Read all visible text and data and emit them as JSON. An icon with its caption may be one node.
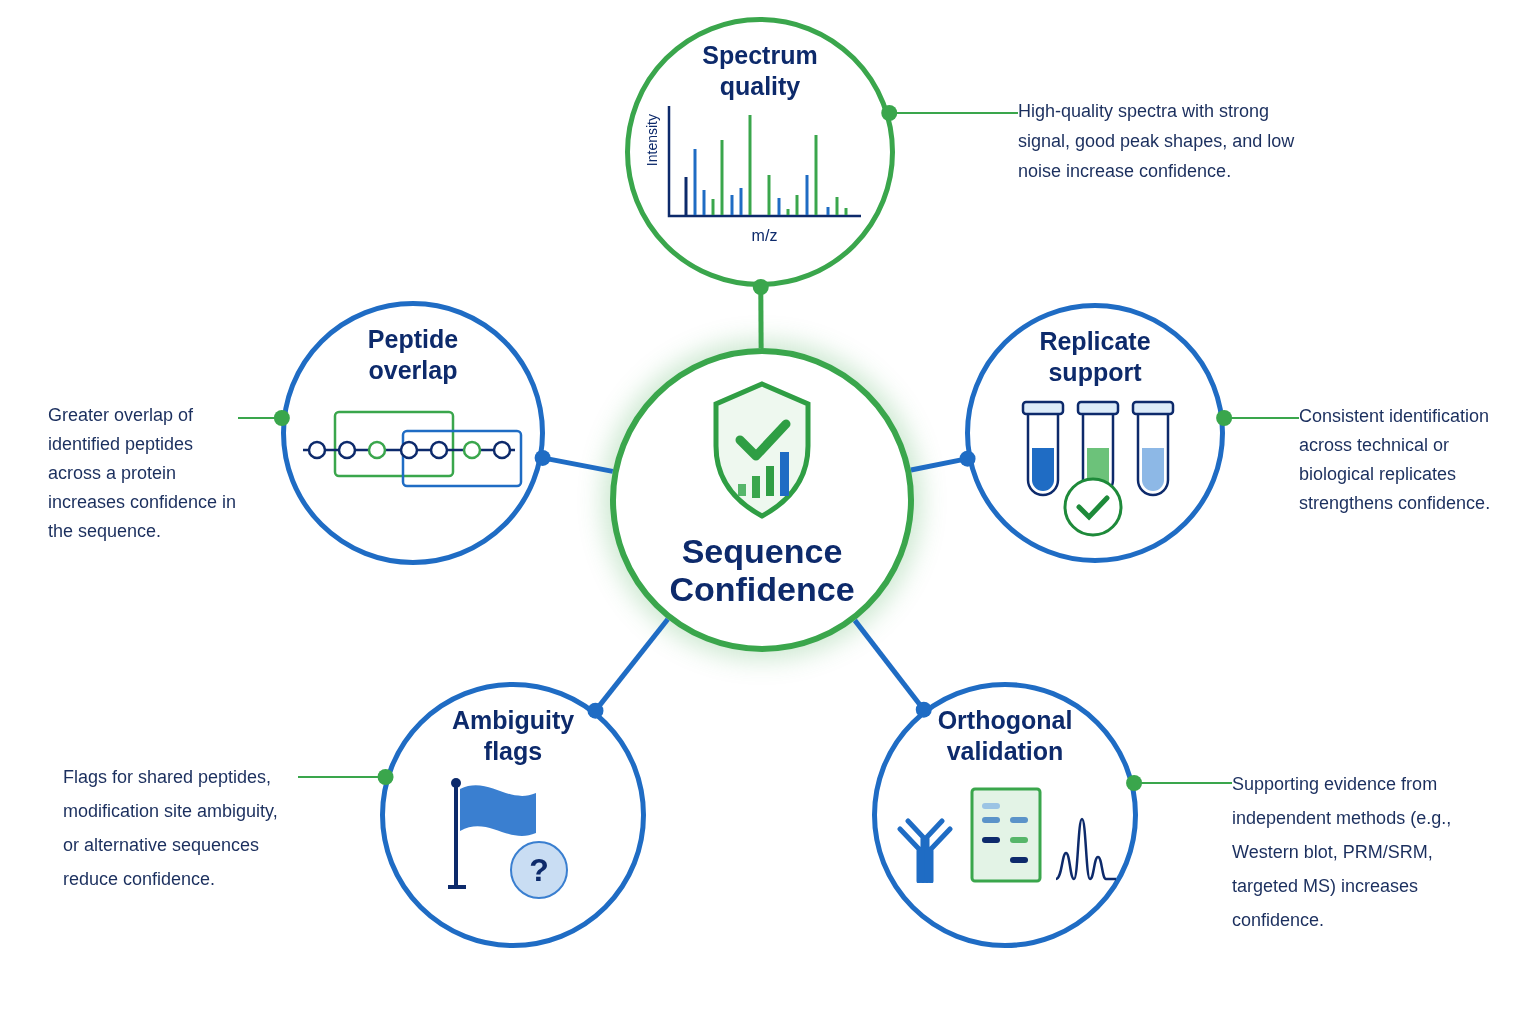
{
  "diagram": {
    "nodes": [
      {
        "text": [
          "Sequence Confidence"
        ]
      },
      {
        "text": [
          "Spectrum quality"
        ]
      },
      {
        "text": [
          "Peptide overlap"
        ]
      },
      {
        "text": [
          "Replicate support"
        ]
      },
      {
        "text": [
          "Ambiguity flags"
        ]
      },
      {
        "text": [
          "Orthogonal validation"
        ]
      },
      {
        "text": [
          "High-quality spectra with strong signal, good peak shapes, and low noise increase confidence."
        ]
      },
      {
        "text": [
          "Greater overlap of identified peptides across a protein increases confidence in the sequence."
        ]
      },
      {
        "text": [
          "Consistent identification across technical or biological replicates strengthens confidence."
        ]
      },
      {
        "text": [
          "Flags for shared peptides, modification site ambiguity, or alternative sequences reduce confidence."
        ]
      },
      {
        "text": [
          "Supporting evidence from independent methods (e.g., Western blot, PRM/SRM, targeted MS) increases confidence."
        ]
      }
    ],
    "edges": [
      {
        "from": 0,
        "to": 1,
        "arrow": "other",
        "style": "thick"
      },
      {
        "from": 0,
        "to": 2,
        "arrow": "other",
        "style": "thick",
        "color": "#1f6cc4"
      },
      {
        "from": 0,
        "to": 3,
        "arrow": "other",
        "style": "thick",
        "color": "#1f6cc4"
      },
      {
        "from": 0,
        "to": 4,
        "arrow": "other",
        "style": "thick",
        "color": "#1f6cc4"
      },
      {
        "from": 0,
        "to": 5,
        "arrow": "other",
        "style": "thick",
        "color": "#1f6cc4"
      },
      {
        "from": 6,
        "to": 1,
        "arrow": "other"
      },
      {
        "from": 7,
        "to": 2,
        "arrow": "other"
      },
      {
        "from": 8,
        "to": 3,
        "arrow": "other"
      },
      {
        "from": 9,
        "to": 4,
        "arrow": "other"
      },
      {
        "from": 10,
        "to": 5,
        "arrow": "other"
      }
    ],
    "labels": [
      "Intensity",
      "m/z",
      "?"
    ]
  }
}
